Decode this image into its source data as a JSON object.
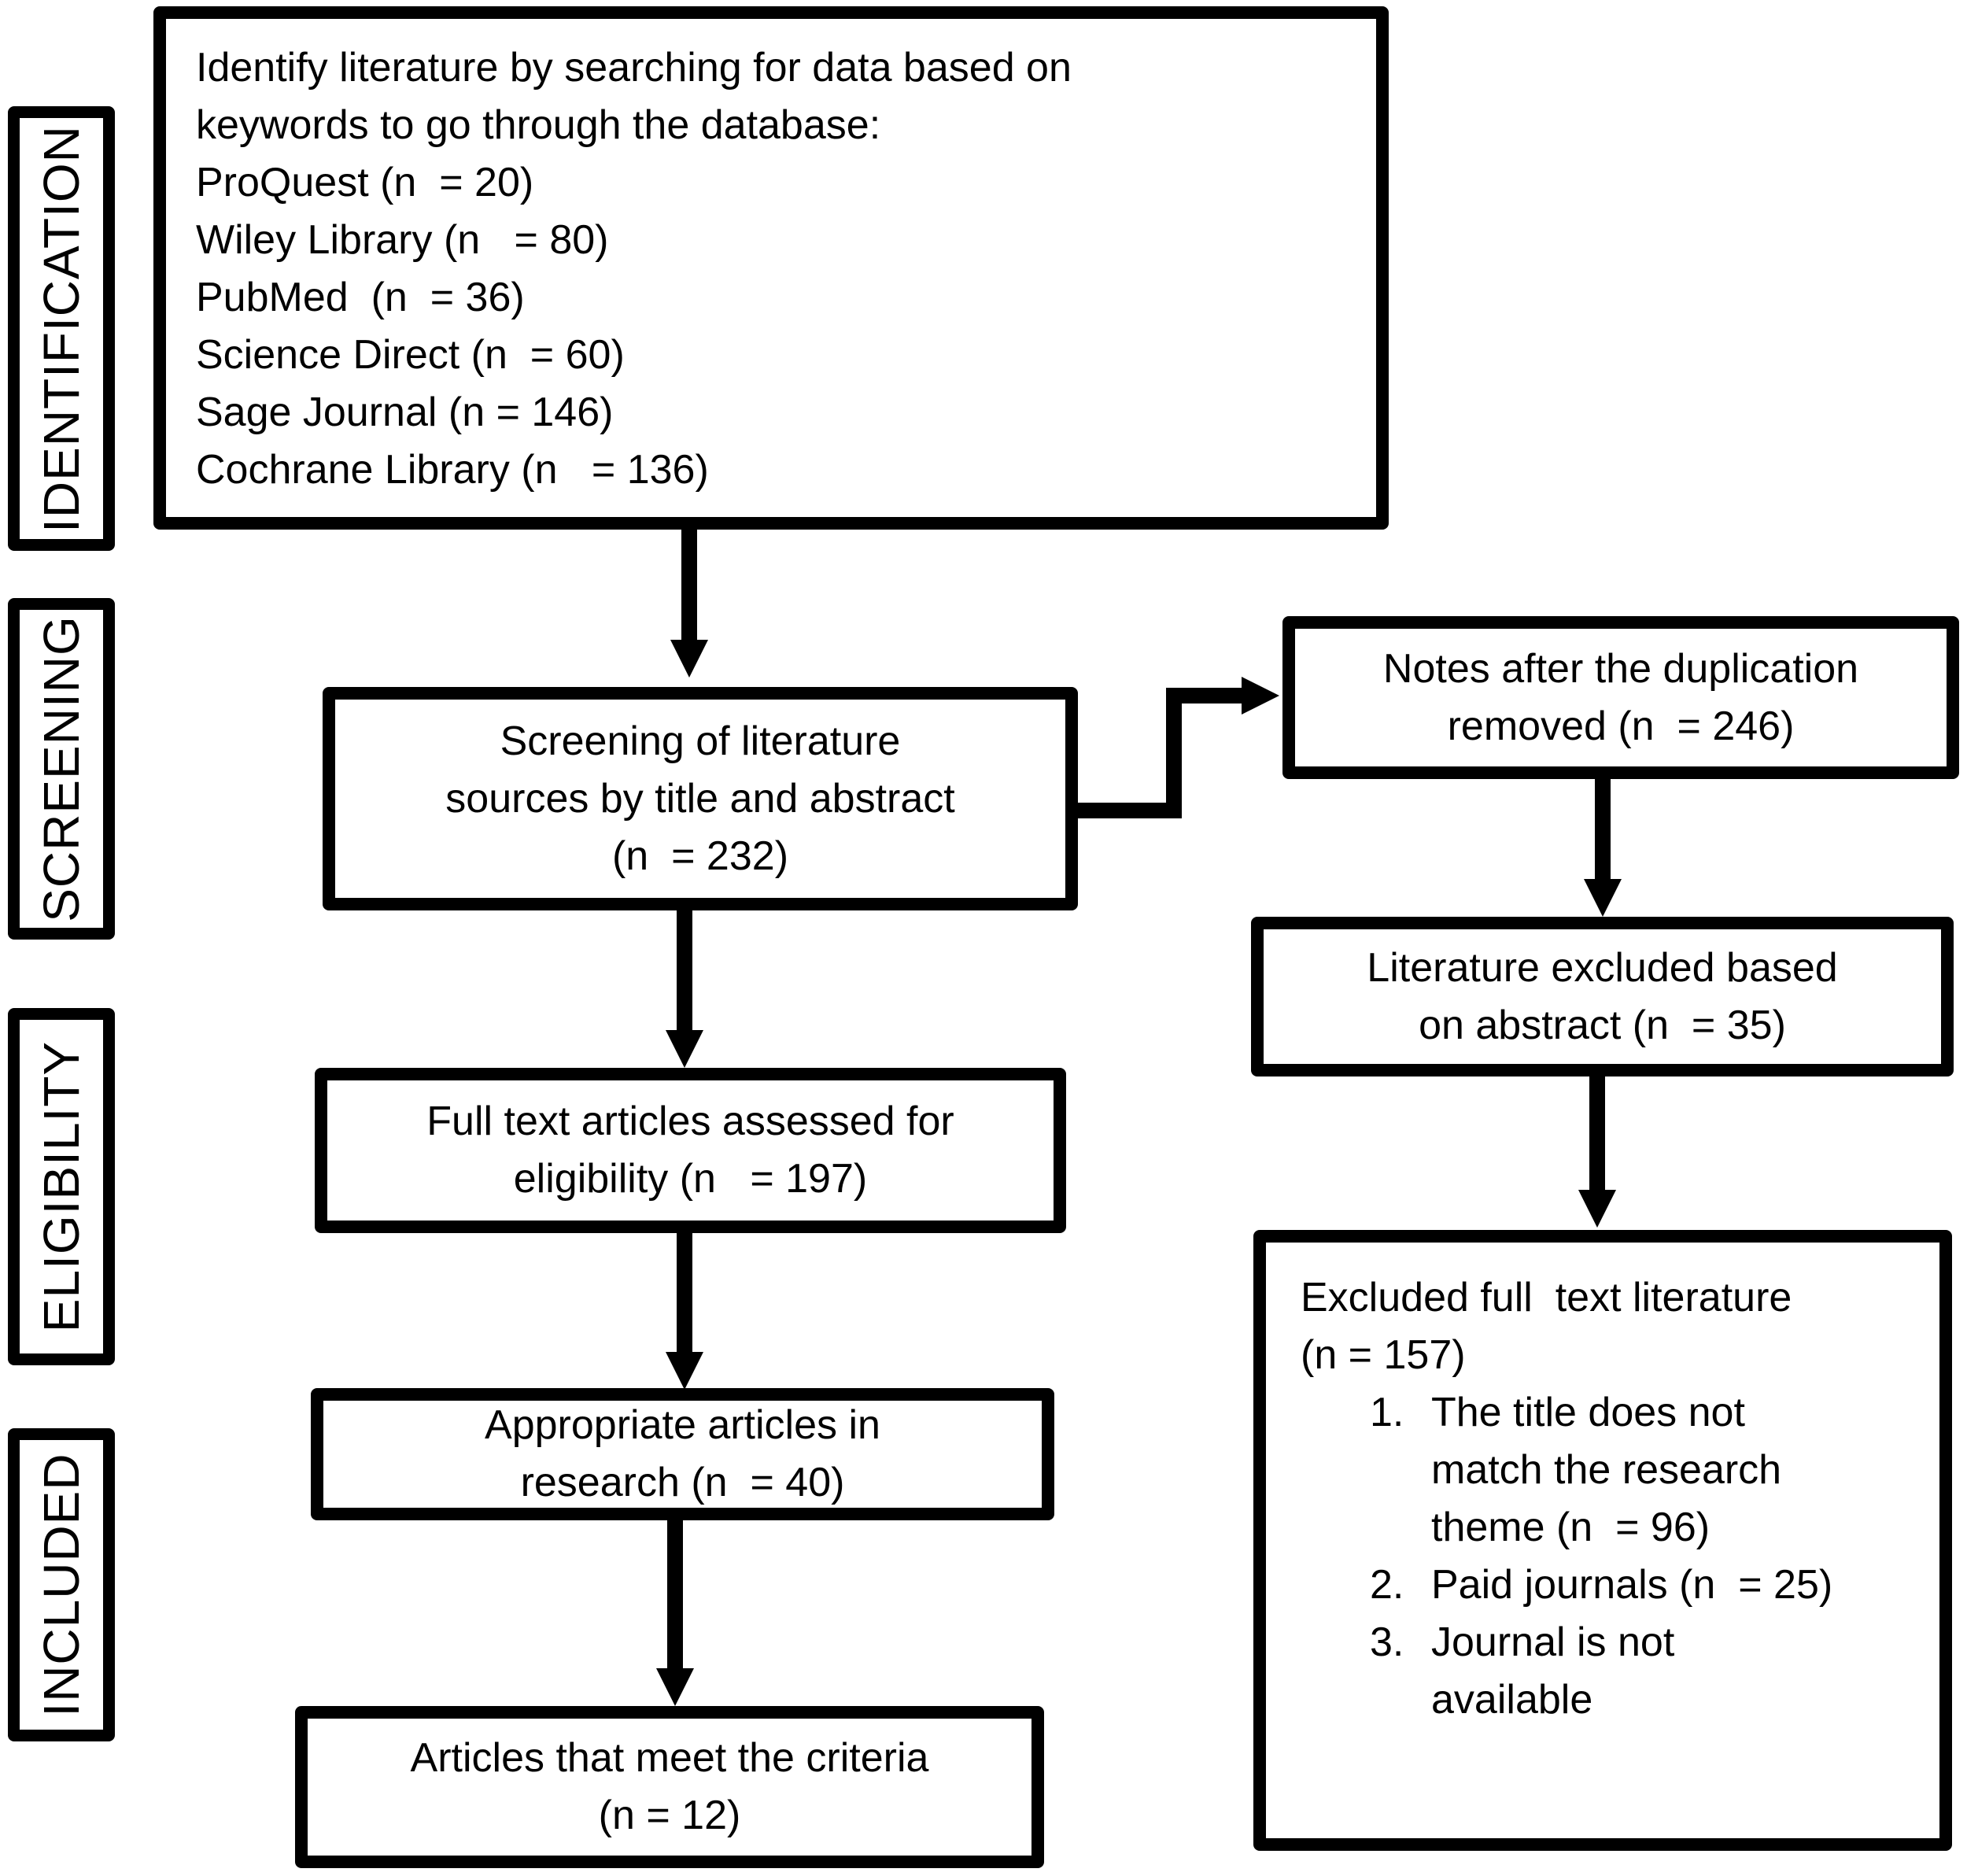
{
  "diagram": {
    "type": "prisma-flowchart",
    "colors": {
      "ink": "#000000",
      "background": "#ffffff"
    },
    "stages": [
      {
        "id": "identification",
        "label": "IDENTIFICATION"
      },
      {
        "id": "screening",
        "label": "SCREENING"
      },
      {
        "id": "eligibility",
        "label": "ELIGIBILITY"
      },
      {
        "id": "included",
        "label": "INCLUDED"
      }
    ],
    "boxes": {
      "identify": {
        "lines": [
          "Identify literature by searching for data based on",
          "keywords to go through the database:",
          "ProQuest (n  = 20)",
          "Wiley Library (n   = 80)",
          "PubMed  (n  = 36)",
          "Science Direct (n  = 60)",
          "Sage Journal (n = 146)",
          "Cochrane Library (n   = 136)"
        ]
      },
      "screening": {
        "lines": [
          "Screening of literature",
          "sources by title and abstract",
          "(n  = 232)"
        ]
      },
      "fulltext": {
        "lines": [
          "Full text articles assessed for",
          "eligibility (n   = 197)"
        ]
      },
      "appropriate": {
        "lines": [
          "Appropriate articles in",
          "research (n  = 40)"
        ]
      },
      "criteria": {
        "lines": [
          "Articles that meet the criteria",
          "(n = 12)"
        ]
      },
      "notes": {
        "lines": [
          "Notes after the duplication",
          "removed (n  = 246)"
        ]
      },
      "abstract_excluded": {
        "lines": [
          "Literature excluded based",
          "on abstract (n  = 35)"
        ]
      },
      "fulltext_excluded": {
        "title_lines": [
          "Excluded full  text literature",
          "(n = 157)"
        ],
        "items": [
          {
            "num": "1.",
            "lines": [
              "The title does not",
              "match the research",
              "theme (n  = 96)"
            ]
          },
          {
            "num": "2.",
            "lines": [
              "Paid journals (n  = 25)"
            ]
          },
          {
            "num": "3.",
            "lines": [
              "Journal is not",
              "available"
            ]
          }
        ]
      }
    }
  }
}
